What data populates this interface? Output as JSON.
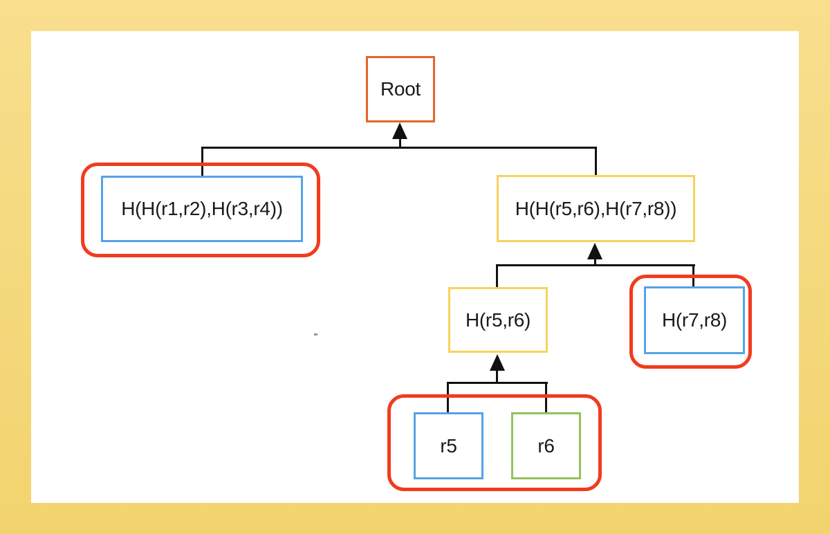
{
  "diagram": {
    "type": "merkle-tree",
    "nodes": {
      "root": {
        "label": "Root",
        "highlighted": false
      },
      "left_child": {
        "label": "H(H(r1,r2),H(r3,r4))",
        "highlighted": true
      },
      "right_child": {
        "label": "H(H(r5,r6),H(r7,r8))",
        "highlighted": false
      },
      "h_r5_r6": {
        "label": "H(r5,r6)",
        "highlighted": false
      },
      "h_r7_r8": {
        "label": "H(r7,r8)",
        "highlighted": true
      },
      "r5": {
        "label": "r5",
        "highlighted": true
      },
      "r6": {
        "label": "r6",
        "highlighted": true
      }
    }
  },
  "colors": {
    "background_top": "#F8DF8E",
    "background_bottom": "#F2D36E",
    "panel": "#FFFFFF",
    "root_border": "#E7632B",
    "blue_border": "#55A2E6",
    "yellow_border": "#F7D35C",
    "green_border": "#93C25C",
    "highlight": "#F23B1D",
    "line": "#111111",
    "text": "#1A1A1A"
  }
}
